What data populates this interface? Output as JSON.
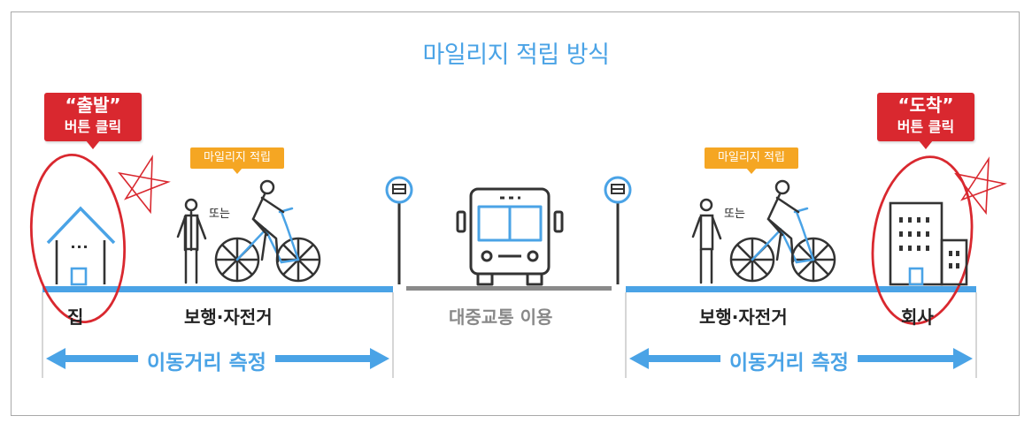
{
  "title": "마일리지 적립 방식",
  "start_callout": {
    "line1": "“출발”",
    "line2": "버튼 클릭"
  },
  "end_callout": {
    "line1": "“도착”",
    "line2": "버튼 클릭"
  },
  "mileage_badge": "마일리지 적립",
  "or_text": "또는",
  "segments": {
    "home": "집",
    "walk_bike_left": "보행·자전거",
    "transit": "대중교통 이용",
    "walk_bike_right": "보행·자전거",
    "office": "회사"
  },
  "distance_label": "이동거리 측정",
  "colors": {
    "accent_blue": "#4aa3e6",
    "callout_red": "#d9282f",
    "badge_orange": "#f5a623",
    "road_gray": "#8a8a8a"
  }
}
